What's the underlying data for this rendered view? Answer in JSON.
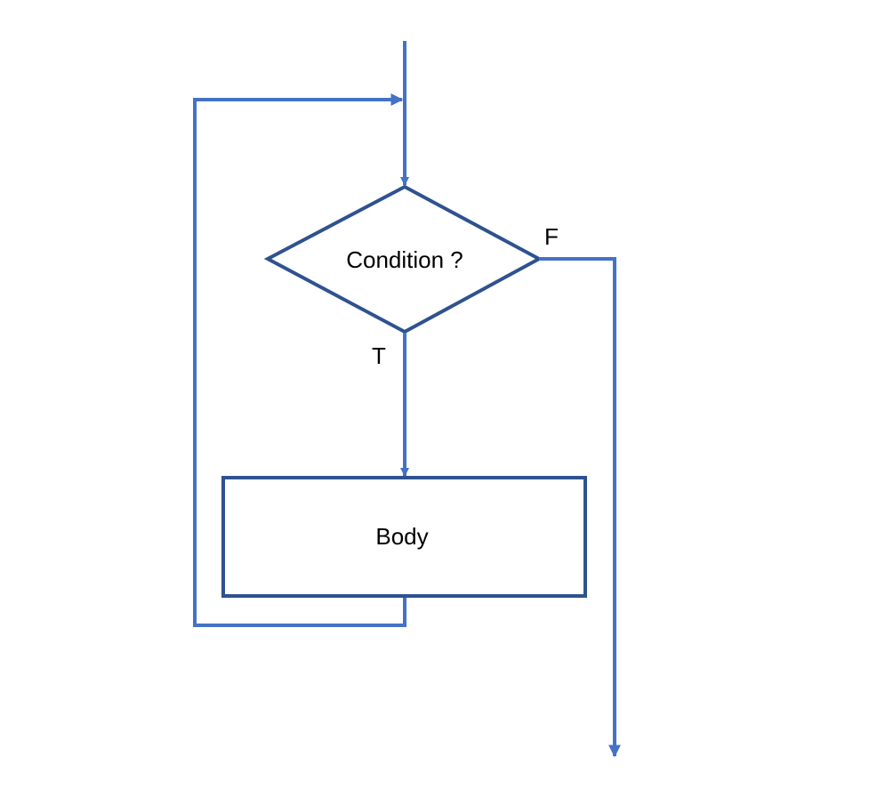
{
  "diagram": {
    "condition_label": "Condition ?",
    "body_label": "Body",
    "true_label": "T",
    "false_label": "F"
  },
  "colors": {
    "connector": "#4472C4",
    "shape_stroke": "#2F528F",
    "background": "#FFFFFF",
    "text": "#000000"
  }
}
